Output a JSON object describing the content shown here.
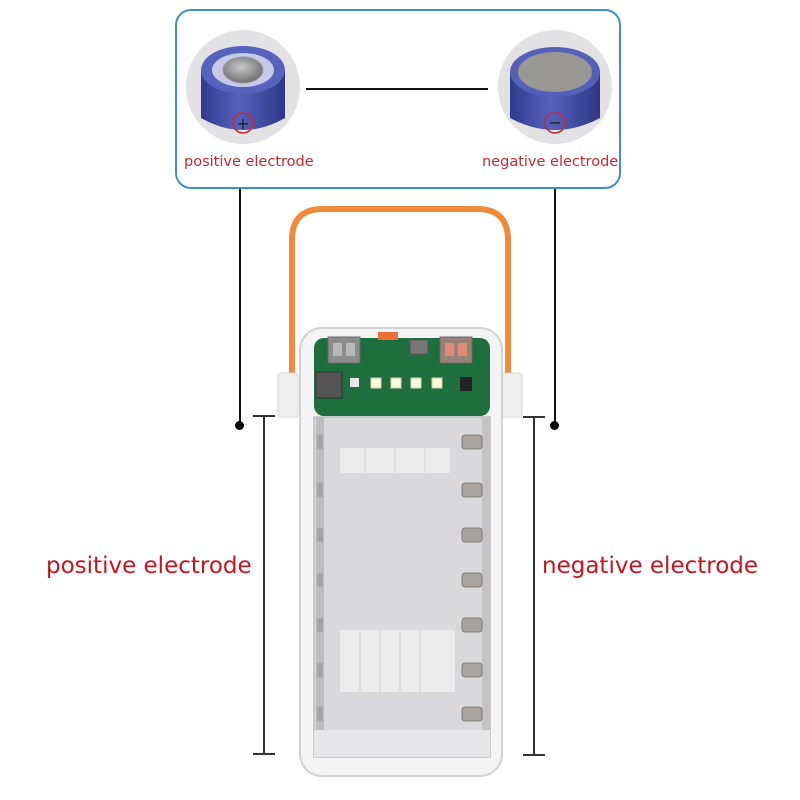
{
  "callout": {
    "positive_label": "positive electrode",
    "negative_label": "negative electrode",
    "positive_symbol": "+",
    "negative_symbol": "−"
  },
  "dimension_labels": {
    "left": "positive electrode",
    "right": "negative electrode"
  },
  "colors": {
    "label_red": "#c8141e",
    "callout_border": "#3f8fd0",
    "handle_orange": "#f08a3a",
    "cell_blue": "#4650aa",
    "pcb_green": "#1f6e3e"
  },
  "product": {
    "usb_ports": 2,
    "micro_usb_ports": 1,
    "leds": 5,
    "battery_slots_per_side": 7
  }
}
